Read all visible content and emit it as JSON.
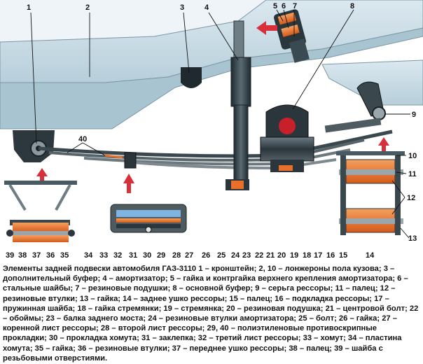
{
  "callouts": {
    "top": [
      "1",
      "2",
      "3",
      "4",
      "5",
      "6",
      "7",
      "8",
      "9"
    ],
    "c10": "10",
    "c11": "11",
    "c12": "12",
    "c13": "13",
    "c40": "40",
    "bottom": [
      "39",
      "38",
      "37",
      "36",
      "35",
      "34",
      "33",
      "32",
      "31",
      "30",
      "29",
      "28",
      "27",
      "26",
      "25",
      "24",
      "23",
      "22",
      "21",
      "20",
      "19",
      "18",
      "17",
      "16",
      "15",
      "14"
    ]
  },
  "caption": "Элементы задней подвески автомобиля ГАЗ-3110 1 – кронштейн; 2, 10 – лонжероны пола кузова; 3 – дополнительный буфер; 4 – амортизатор; 5 – гайка и контргайка верхнего крепления амортизатора; 6 – стальные шайбы; 7 – резиновые подушки; 8 – основной буфер; 9 – серьга рессоры; 11 – палец; 12 – резиновые втулки; 13 – гайка; 14 – заднее ушко рессоры; 15 – палец; 16 – подкладка рессоры; 17 – пружинная шайба; 18 – гайка стремянки; 19 – стремянка; 20 – резиновая подушка; 21 – центровой болт; 22 – обоймы; 23 – балка заднего моста; 24 – резиновые втулки амортизатора; 25 – болт; 26 – гайка; 27 – коренной лист рессоры; 28 – второй лист рессоры; 29, 40 – полиэтиленовые противоскрипные прокладки; 30 – прокладка хомута; 31 – заклепка; 32 – третий лист рессоры; 33 – хомут; 34 – пластина хомута; 35 – гайка; 36 – резиновые втулки; 37 – переднее ушко рессоры; 38 – палец; 39 – шайба с резьбовыми отверстиями.",
  "colors": {
    "body": "#c8dce6",
    "metal": "#3a4a52",
    "spring": "#5a6a70",
    "rubber": "#e8702a",
    "arrow": "#d8303a"
  }
}
